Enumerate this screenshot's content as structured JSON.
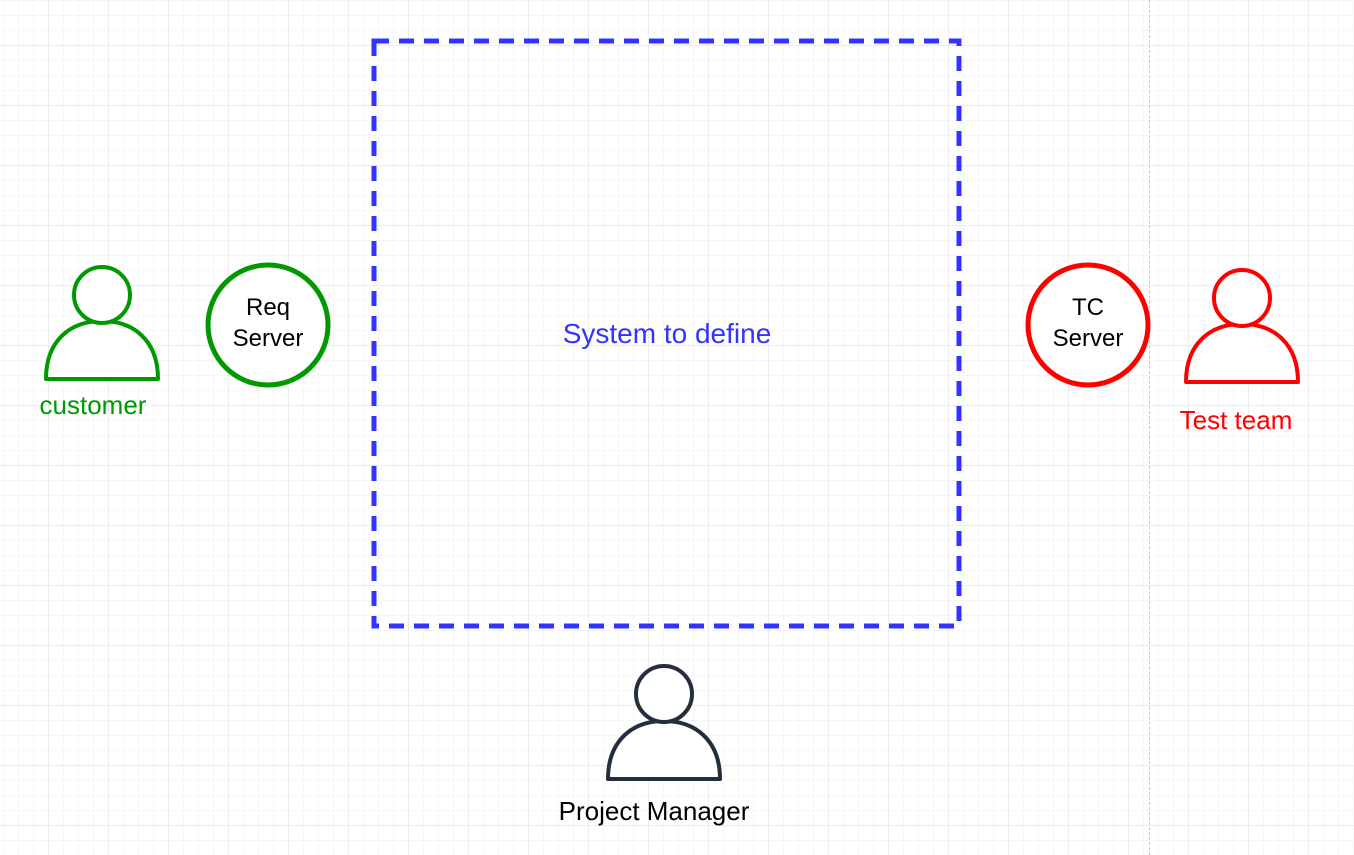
{
  "diagram": {
    "system_box": {
      "label": "System to define",
      "color": "#3333ff"
    },
    "customer": {
      "label": "customer",
      "color": "#009900",
      "icon": "person-icon"
    },
    "req_server": {
      "line1": "Req",
      "line2": "Server",
      "color": "#009900"
    },
    "tc_server": {
      "line1": "TC",
      "line2": "Server",
      "color": "#ff0000"
    },
    "test_team": {
      "label": "Test team",
      "color": "#ff0000",
      "icon": "person-icon"
    },
    "project_manager": {
      "label": "Project Manager",
      "color": "#232f3e",
      "icon": "person-icon"
    }
  }
}
